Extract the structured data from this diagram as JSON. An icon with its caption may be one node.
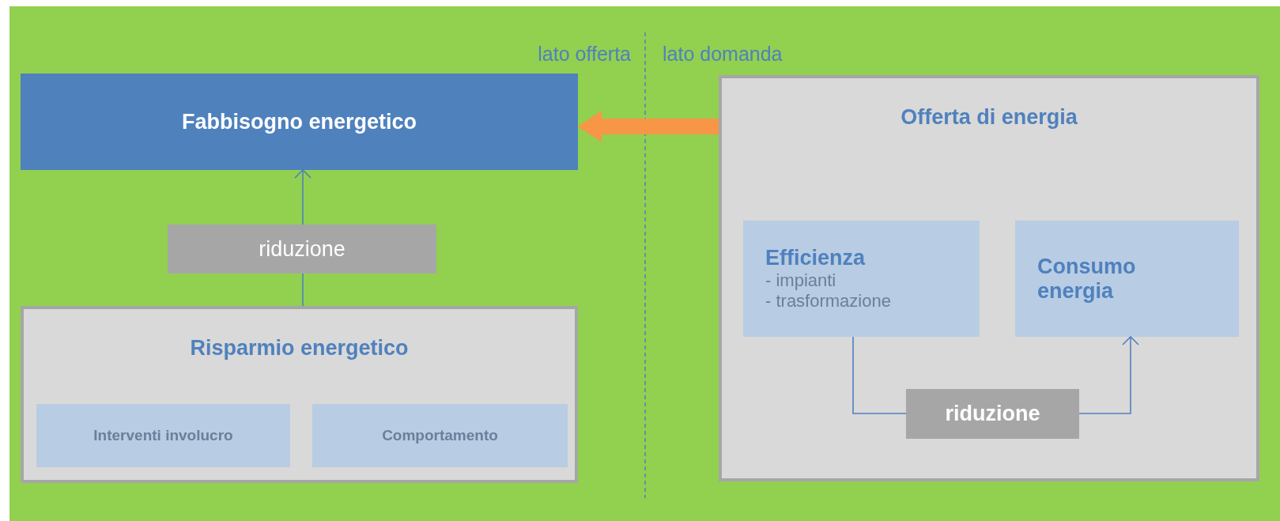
{
  "diagram": {
    "nodes": [
      {
        "text": [
          "Fabbisogno energetico"
        ]
      },
      {
        "text": [
          "riduzione"
        ]
      },
      {
        "text": [
          "Risparmio energetico"
        ]
      },
      {
        "text": [
          "Interventi involucro"
        ],
        "in": 2
      },
      {
        "text": [
          "Comportamento"
        ],
        "in": 2
      },
      {
        "text": [
          "Offerta di energia"
        ]
      },
      {
        "text": [
          "Efficienza",
          "- impianti",
          "- trasformazione"
        ],
        "in": 5
      },
      {
        "text": [
          "Consumo energia"
        ],
        "in": 5
      },
      {
        "text": [
          "riduzione"
        ],
        "in": 5
      }
    ],
    "edges": [
      {
        "from": 5,
        "to": 0,
        "arrow": "to",
        "style": "thick",
        "color": "#f79646"
      },
      {
        "from": 2,
        "to": 1,
        "arrow": "none"
      },
      {
        "from": 1,
        "to": 0,
        "arrow": "to"
      },
      {
        "from": 6,
        "to": 8,
        "arrow": "none"
      },
      {
        "from": 8,
        "to": 7,
        "arrow": "to"
      }
    ],
    "labels": [
      "lato offerta",
      "lato domanda"
    ]
  }
}
